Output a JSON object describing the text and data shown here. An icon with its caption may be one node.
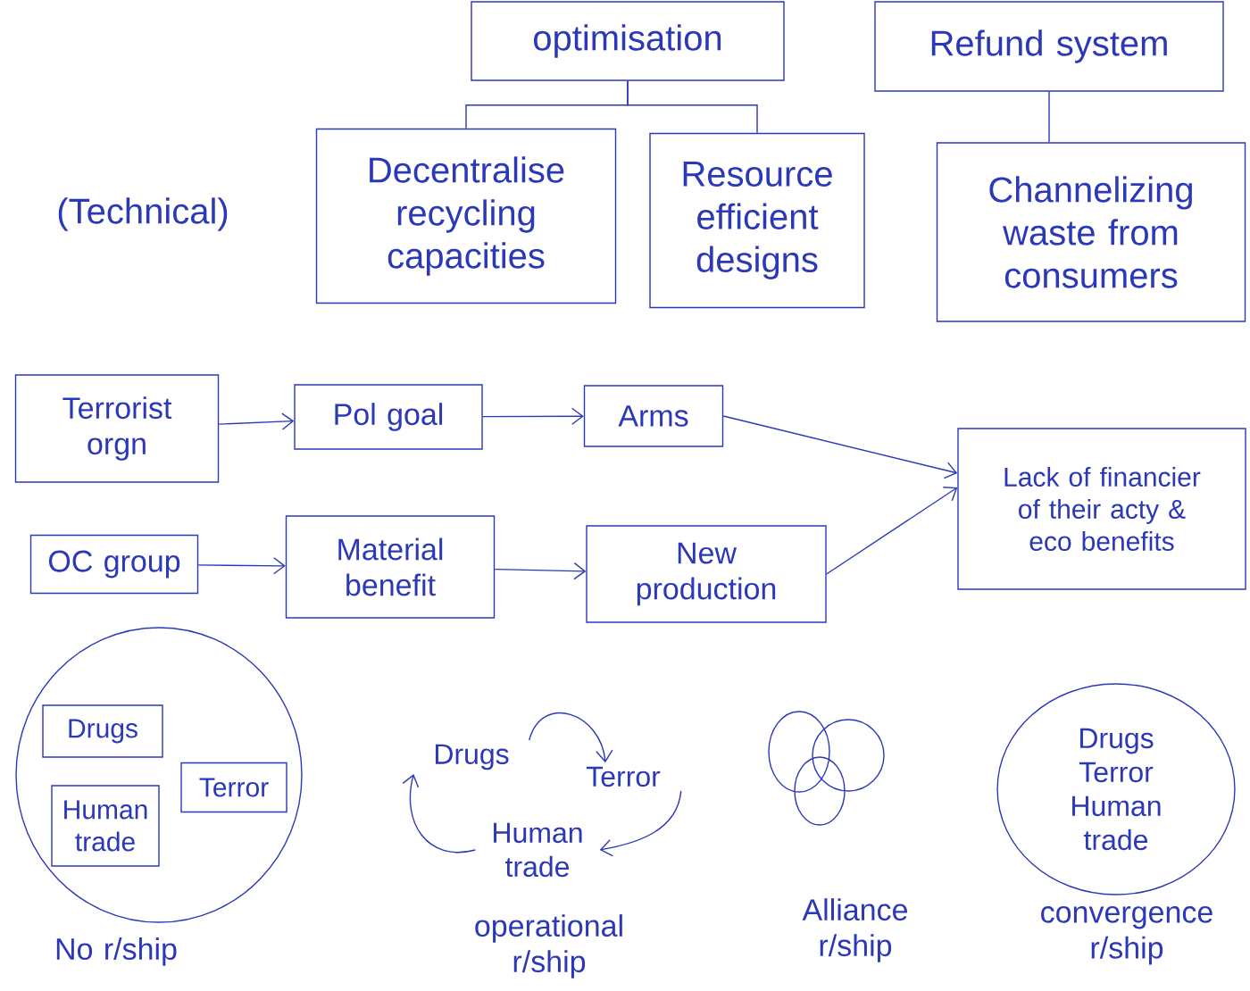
{
  "diagram": {
    "nodes": [
      {
        "text": [
          "optimisation"
        ]
      },
      {
        "text": [
          "Refund system"
        ]
      },
      {
        "text": [
          "Decentralise recycling capacities"
        ]
      },
      {
        "text": [
          "Resource efficient designs"
        ]
      },
      {
        "text": [
          "Channelizing waste from consumers"
        ]
      },
      {
        "text": [
          "Terrorist orgn"
        ]
      },
      {
        "text": [
          "Pol goal"
        ]
      },
      {
        "text": [
          "Arms"
        ]
      },
      {
        "text": [
          "Lack of financier of their acty & eco benefits"
        ]
      },
      {
        "text": [
          "OC group"
        ]
      },
      {
        "text": [
          "Material benefit"
        ]
      },
      {
        "text": [
          "New production"
        ]
      },
      {
        "text": [],
        "shape": "circle",
        "beside": [
          "No r/ship"
        ]
      },
      {
        "text": [
          "Drugs"
        ],
        "in": 12
      },
      {
        "text": [
          "Terror"
        ],
        "in": 12
      },
      {
        "text": [
          "Human trade"
        ],
        "in": 12
      },
      {
        "text": [
          "Drugs"
        ]
      },
      {
        "text": [
          "Terror"
        ]
      },
      {
        "text": [
          "Human trade"
        ]
      },
      {
        "text": [
          "Drugs",
          "Terror",
          "Human trade"
        ],
        "beside": [
          "convergence r/ship"
        ]
      }
    ],
    "edges": [
      {
        "from": 0,
        "to": 2,
        "arrow": "none"
      },
      {
        "from": 0,
        "to": 3,
        "arrow": "none"
      },
      {
        "from": 1,
        "to": 4,
        "arrow": "none"
      },
      {
        "from": 5,
        "to": 6,
        "arrow": "to"
      },
      {
        "from": 6,
        "to": 7,
        "arrow": "to"
      },
      {
        "from": 7,
        "to": 8,
        "arrow": "to"
      },
      {
        "from": 9,
        "to": 10,
        "arrow": "to"
      },
      {
        "from": 10,
        "to": 11,
        "arrow": "to"
      },
      {
        "from": 11,
        "to": 8,
        "arrow": "to"
      },
      {
        "from": 16,
        "to": 17,
        "arrow": "to"
      },
      {
        "from": 17,
        "to": 18,
        "arrow": "to"
      },
      {
        "from": 18,
        "to": 16,
        "arrow": "to"
      }
    ],
    "labels": [
      "(Technical)",
      "operational r/ship",
      "Alliance r/ship"
    ]
  }
}
